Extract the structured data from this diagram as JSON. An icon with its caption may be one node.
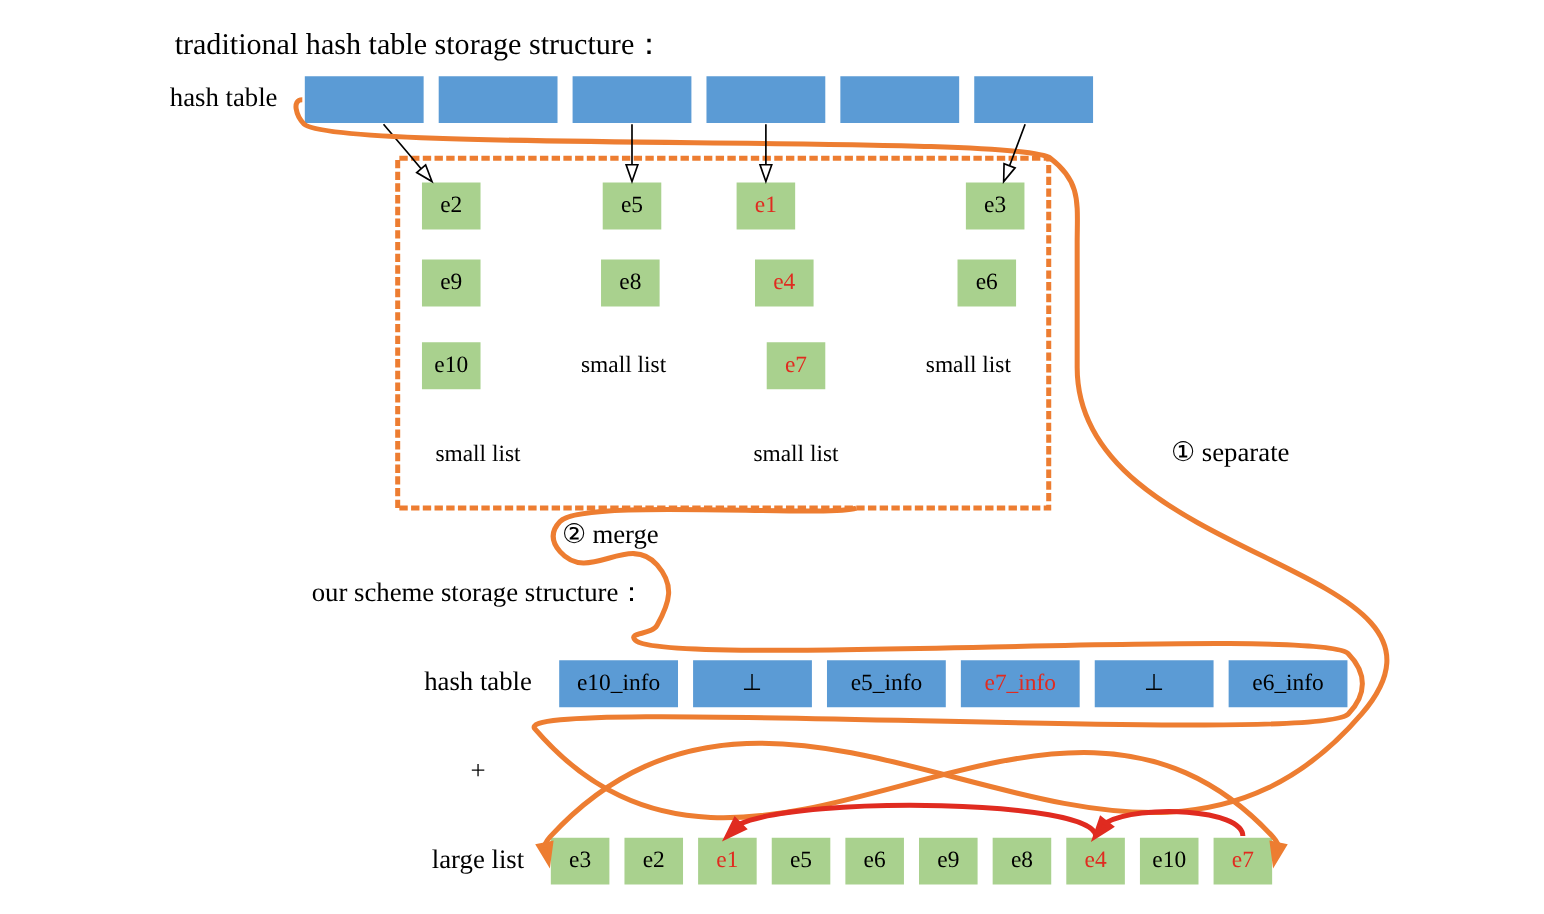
{
  "diagram": {
    "title": "traditional hash table storage structure：",
    "nodes": [
      {
        "text": [],
        "shape": "box"
      },
      {
        "text": [],
        "shape": "box"
      },
      {
        "text": [],
        "shape": "box"
      },
      {
        "text": [],
        "shape": "box"
      },
      {
        "text": [],
        "shape": "box"
      },
      {
        "text": [],
        "shape": "box"
      },
      {
        "text": [],
        "shape": "box"
      },
      {
        "text": [
          "e2"
        ],
        "in": 6
      },
      {
        "text": [
          "e9"
        ],
        "in": 6
      },
      {
        "text": [
          "e10"
        ],
        "in": 6,
        "beside": [
          "small list"
        ]
      },
      {
        "text": [
          "e5"
        ],
        "in": 6
      },
      {
        "text": [
          "e8"
        ],
        "in": 6,
        "beside": [
          "small list"
        ]
      },
      {
        "text": [
          "e1"
        ],
        "in": 6
      },
      {
        "text": [
          "e4"
        ],
        "in": 6
      },
      {
        "text": [
          "e7"
        ],
        "in": 6,
        "beside": [
          "small list"
        ]
      },
      {
        "text": [
          "e3"
        ],
        "in": 6
      },
      {
        "text": [
          "e6"
        ],
        "in": 6,
        "beside": [
          "small list"
        ]
      },
      {
        "text": [
          "e10_info"
        ]
      },
      {
        "text": [
          "⊥"
        ]
      },
      {
        "text": [
          "e5_info"
        ]
      },
      {
        "text": [
          "e7_info"
        ]
      },
      {
        "text": [
          "⊥"
        ]
      },
      {
        "text": [
          "e6_info"
        ]
      },
      {
        "text": [
          "e3"
        ]
      },
      {
        "text": [
          "e2"
        ]
      },
      {
        "text": [
          "e1"
        ]
      },
      {
        "text": [
          "e5"
        ]
      },
      {
        "text": [
          "e6"
        ]
      },
      {
        "text": [
          "e9"
        ]
      },
      {
        "text": [
          "e8"
        ]
      },
      {
        "text": [
          "e4"
        ]
      },
      {
        "text": [
          "e10"
        ]
      },
      {
        "text": [
          "e7"
        ]
      }
    ],
    "edges": [
      {
        "from": 0,
        "to": 7,
        "arrow": "to"
      },
      {
        "from": 2,
        "to": 10,
        "arrow": "to"
      },
      {
        "from": 3,
        "to": 12,
        "arrow": "to"
      },
      {
        "from": 5,
        "to": 15,
        "arrow": "to"
      },
      {
        "from": 0,
        "to": 23,
        "arrow": "to",
        "label": "① separate",
        "style": "thick",
        "color": "#ed7d31"
      },
      {
        "from": 6,
        "to": 32,
        "arrow": "to",
        "label": "② merge",
        "style": "thick",
        "color": "#ed7d31"
      },
      {
        "from": 30,
        "to": 25,
        "arrow": "to",
        "style": "thick",
        "color": "#e02b20"
      },
      {
        "from": 32,
        "to": 30,
        "arrow": "to",
        "style": "thick",
        "color": "#e02b20"
      }
    ],
    "labels": [
      "hash table",
      "our scheme storage structure：",
      "hash table",
      "+",
      "large list"
    ]
  }
}
